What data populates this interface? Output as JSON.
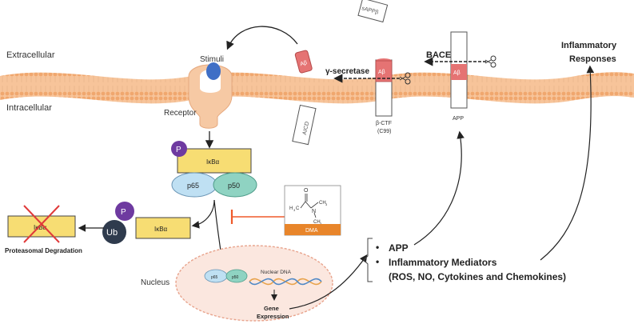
{
  "labels": {
    "extracellular": "Extracellular",
    "intracellular": "Intracellular",
    "stimuli": "Stimuli",
    "receptor": "Receptor",
    "nucleus": "Nucleus",
    "bace": "BACE",
    "gamma_secretase": "γ-secretase",
    "abeta": "Aβ",
    "sappb": "sAPPβ",
    "aicd": "AICD",
    "app": "APP",
    "beta_ctf": "β-CTF",
    "c99": "(C99)",
    "inflammatory_line1": "Inflammatory",
    "inflammatory_line2": "Responses",
    "proteasomal": "Proteasomal Degradation",
    "p": "P",
    "ub": "Ub",
    "ikba": "IκBα",
    "p65": "p65",
    "p50": "p50",
    "nuclear_dna": "Nuclear DNA",
    "gene_line1": "Gene",
    "gene_line2": "Expression",
    "dma": "DMA"
  },
  "dma_structure": {
    "o": "O",
    "n": "N",
    "ch3": "CH",
    "h3c": "H",
    "sub3": "3",
    "c": "C"
  },
  "mediators": {
    "item1": "APP",
    "item2": "Inflammatory Mediators",
    "item3": "(ROS, NO, Cytokines and Chemokines)"
  },
  "colors": {
    "membrane": "#f7c49a",
    "receptor": "#f6c9a4",
    "stimuli": "#3f6fc6",
    "ikba": "#f7dd73",
    "p_circle": "#6e3aa0",
    "ub_circle": "#2f3b4d",
    "p65": "#bfe0f3",
    "p50": "#8fd3c2",
    "abeta": "#e57373",
    "nucleus": "#fbe7df",
    "dna_a": "#e8a24a",
    "dna_b": "#4f88c6",
    "dma_bar": "#e8852a",
    "inhibit": "#ef5a2a"
  }
}
